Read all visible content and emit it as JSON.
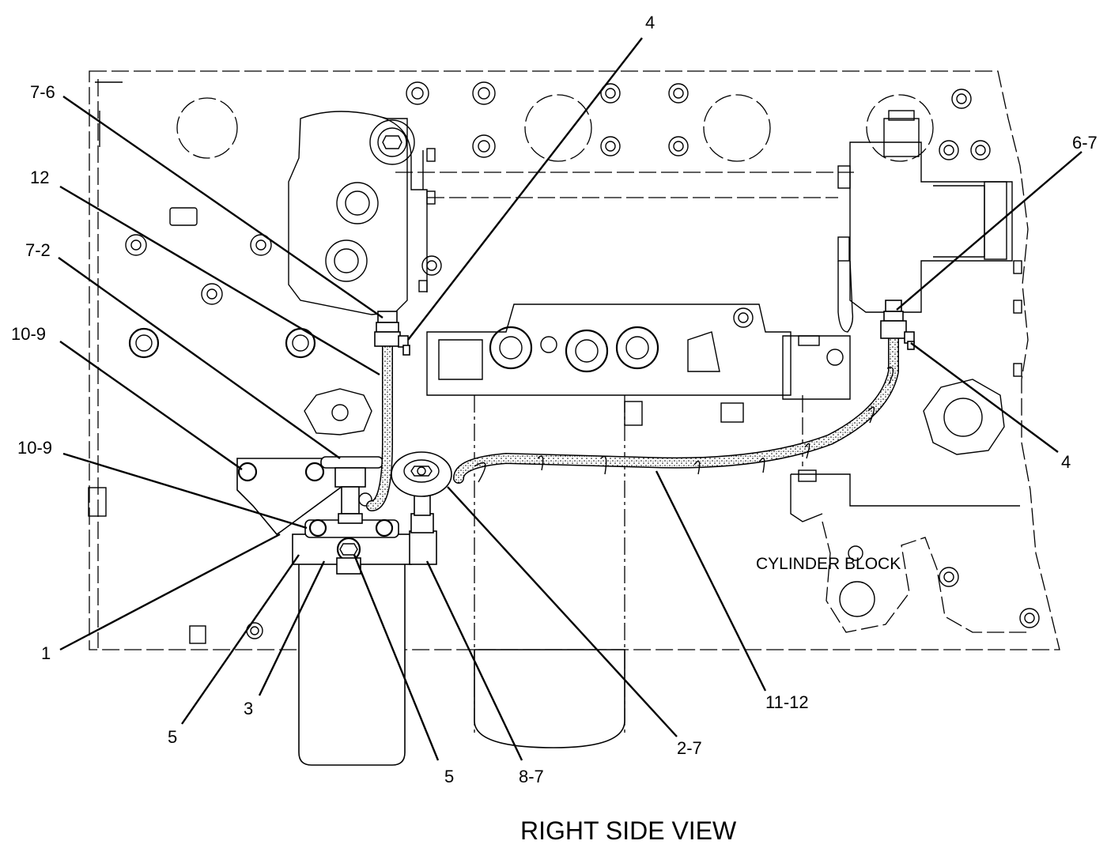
{
  "title": "RIGHT SIDE VIEW",
  "component_label": "CYLINDER BLOCK",
  "callouts": [
    {
      "id": "c-4-top",
      "text": "4"
    },
    {
      "id": "c-7-6",
      "text": "7-6"
    },
    {
      "id": "c-12",
      "text": "12"
    },
    {
      "id": "c-7-2",
      "text": "7-2"
    },
    {
      "id": "c-10-9-a",
      "text": "10-9"
    },
    {
      "id": "c-10-9-b",
      "text": "10-9"
    },
    {
      "id": "c-6-7",
      "text": "6-7"
    },
    {
      "id": "c-4-right",
      "text": "4"
    },
    {
      "id": "c-1",
      "text": "1"
    },
    {
      "id": "c-5-a",
      "text": "5"
    },
    {
      "id": "c-3",
      "text": "3"
    },
    {
      "id": "c-5-b",
      "text": "5"
    },
    {
      "id": "c-8-7",
      "text": "8-7"
    },
    {
      "id": "c-2-7",
      "text": "2-7"
    },
    {
      "id": "c-11-12",
      "text": "11-12"
    }
  ]
}
